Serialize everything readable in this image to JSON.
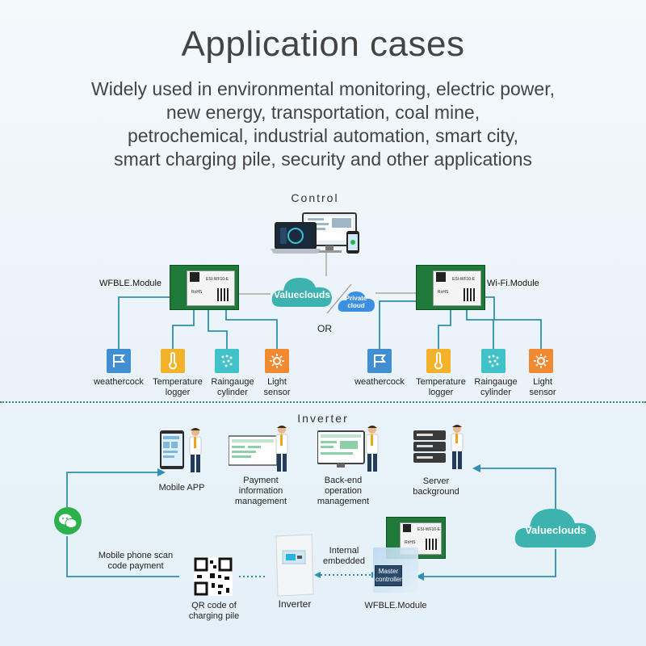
{
  "header": {
    "title": "Application cases",
    "subtitle_lines": [
      "Widely used in environmental monitoring, electric power,",
      "new energy, transportation, coal mine,",
      "petrochemical, industrial automation, smart city,",
      "smart charging pile, security and other applications"
    ]
  },
  "top": {
    "section_label": "Control",
    "left_module": "WFBLE.Module",
    "right_module": "Wi-Fi.Module",
    "cloud": "Valueclouds",
    "private_cloud": [
      "Private",
      "cloud"
    ],
    "or": "OR",
    "sensors": [
      {
        "label": [
          "weathercock"
        ],
        "icon": "flag-icon",
        "color": "#3f8fd2"
      },
      {
        "label": [
          "Temperature",
          "logger"
        ],
        "icon": "thermometer-icon",
        "color": "#f2b32a"
      },
      {
        "label": [
          "Raingauge",
          "cylinder"
        ],
        "icon": "rain-icon",
        "color": "#40c2c8"
      },
      {
        "label": [
          "Light",
          "sensor"
        ],
        "icon": "sun-icon",
        "color": "#f08a32"
      }
    ]
  },
  "bottom": {
    "section_label": "Inverter",
    "items": {
      "mobile_app": [
        "Mobile APP"
      ],
      "payment": [
        "Payment",
        "information",
        "management"
      ],
      "backend": [
        "Back-end",
        "operation",
        "management"
      ],
      "server": [
        "Server",
        "background"
      ]
    },
    "cloud": "Valueclouds",
    "scan": [
      "Mobile phone scan",
      "code payment"
    ],
    "qr": [
      "QR code of",
      "charging pile"
    ],
    "inverter": "Inverter",
    "internal": [
      "Internal",
      "embedded"
    ],
    "master": [
      "Master",
      "controller"
    ],
    "module": "WFBLE.Module"
  },
  "chip": {
    "line1": "ESI-WF10-E",
    "brand": "RoHS"
  },
  "colors": {
    "line": "#2f8fb0",
    "chip": "#1f7a3a",
    "wechat": "#2bb24c",
    "divider": "#3b7f8a"
  }
}
